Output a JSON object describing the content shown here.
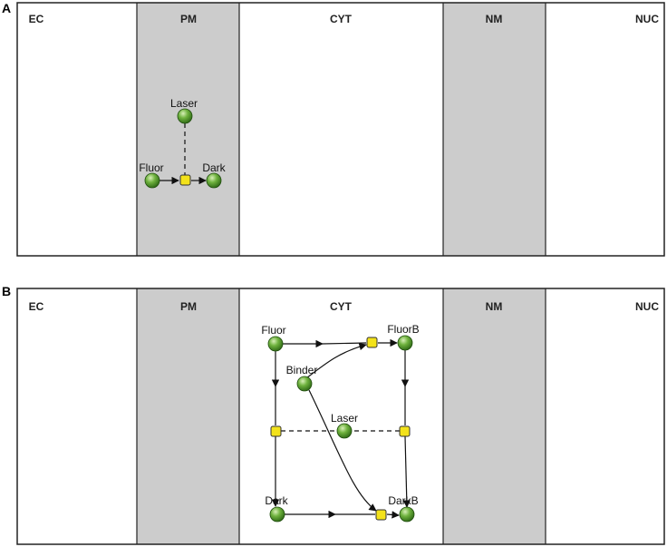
{
  "panels": [
    {
      "label": "A",
      "compartments": [
        {
          "label": "EC",
          "shade": "white"
        },
        {
          "label": "PM",
          "shade": "gray"
        },
        {
          "label": "CYT",
          "shade": "white"
        },
        {
          "label": "NM",
          "shade": "gray"
        },
        {
          "label": "NUC",
          "shade": "white"
        }
      ],
      "nodes": [
        {
          "id": "laser",
          "label": "Laser"
        },
        {
          "id": "fluor",
          "label": "Fluor"
        },
        {
          "id": "dark",
          "label": "Dark"
        }
      ]
    },
    {
      "label": "B",
      "compartments": [
        {
          "label": "EC",
          "shade": "white"
        },
        {
          "label": "PM",
          "shade": "gray"
        },
        {
          "label": "CYT",
          "shade": "white"
        },
        {
          "label": "NM",
          "shade": "gray"
        },
        {
          "label": "NUC",
          "shade": "white"
        }
      ],
      "nodes": [
        {
          "id": "fluor",
          "label": "Fluor"
        },
        {
          "id": "fluorb",
          "label": "FluorB"
        },
        {
          "id": "binder",
          "label": "Binder"
        },
        {
          "id": "laser",
          "label": "Laser"
        },
        {
          "id": "dark",
          "label": "Dark"
        },
        {
          "id": "darkb",
          "label": "DarkB"
        }
      ]
    }
  ],
  "colors": {
    "band_gray": "#cccccc",
    "node_green": "#4f9a2c",
    "reaction_yellow": "#f3e21a"
  }
}
